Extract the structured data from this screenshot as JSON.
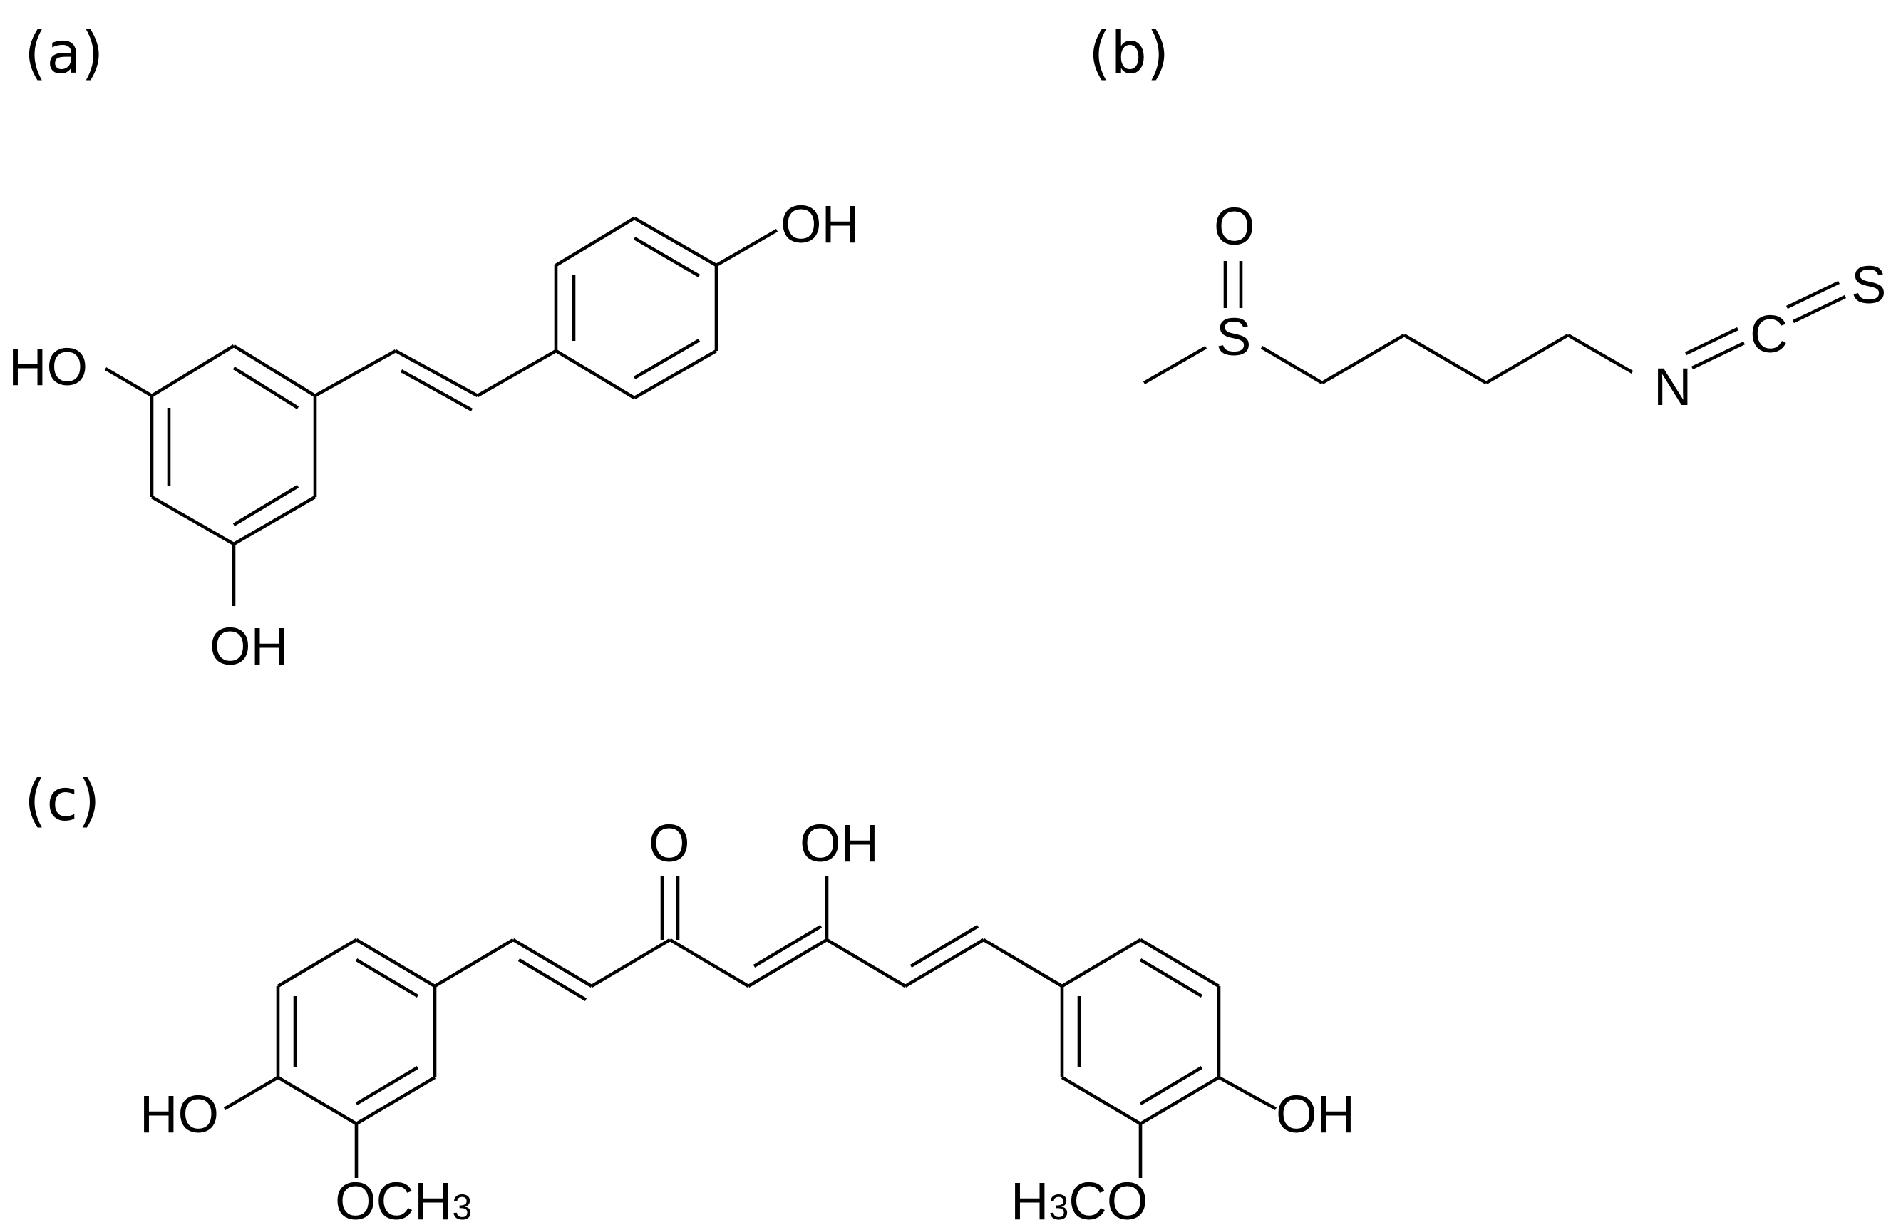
{
  "panels": [
    {
      "label": "(a)",
      "atoms": [
        "OH",
        "HO",
        "OH"
      ]
    },
    {
      "label": "(b)",
      "atoms": [
        "O",
        "S",
        "N",
        "C",
        "S"
      ]
    },
    {
      "label": "(c)",
      "atoms": [
        "O",
        "OH",
        "HO",
        "OH"
      ],
      "groups": [
        {
          "main": "OCH",
          "sub": "3",
          "tail": ""
        },
        {
          "main": "H",
          "sub": "3",
          "tail": "CO"
        }
      ]
    }
  ]
}
